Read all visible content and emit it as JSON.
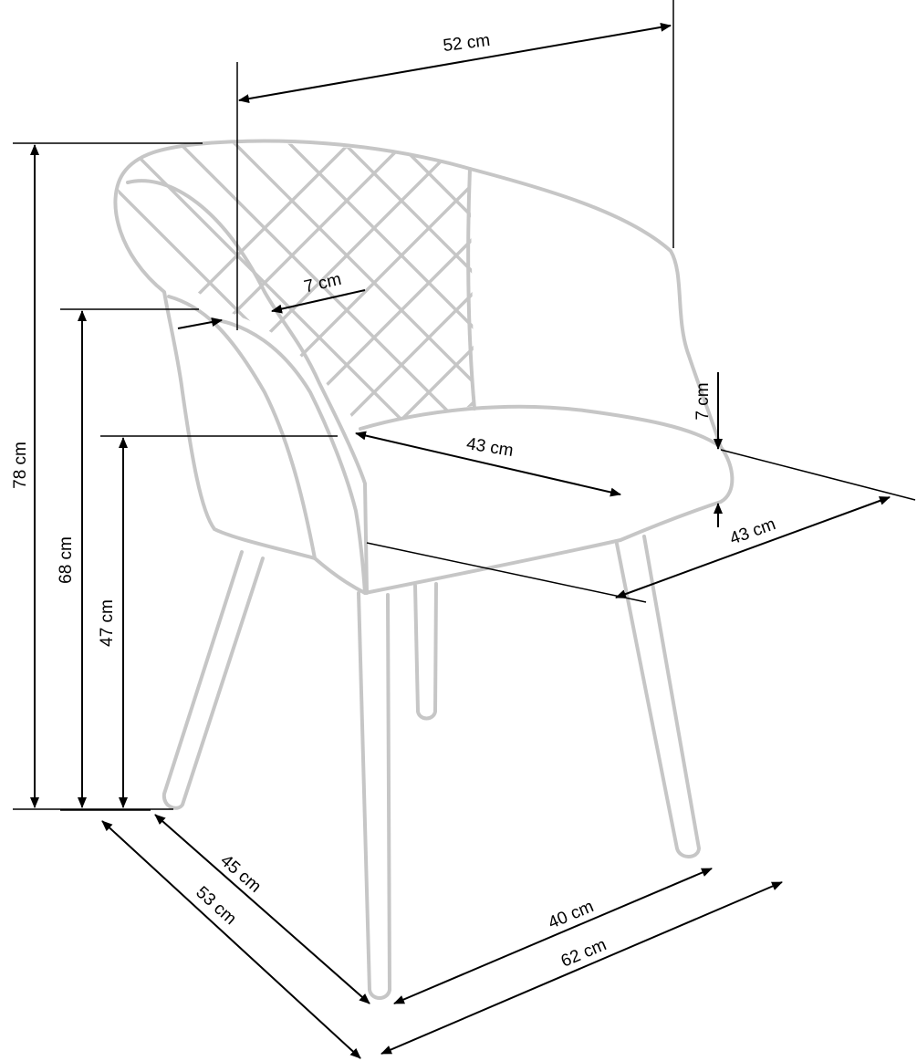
{
  "dimensions": {
    "width_top": "52 cm",
    "armrest_width": "7 cm",
    "armrest_height": "7 cm",
    "seat_depth": "43 cm",
    "seat_width": "43 cm",
    "total_height": "78 cm",
    "armrest_floor_height": "68 cm",
    "seat_height": "47 cm",
    "leg_depth": "45 cm",
    "total_depth": "53 cm",
    "leg_width": "40 cm",
    "total_width": "62 cm"
  },
  "colors": {
    "outline": "#c6c6c6",
    "dimension": "#000000"
  }
}
